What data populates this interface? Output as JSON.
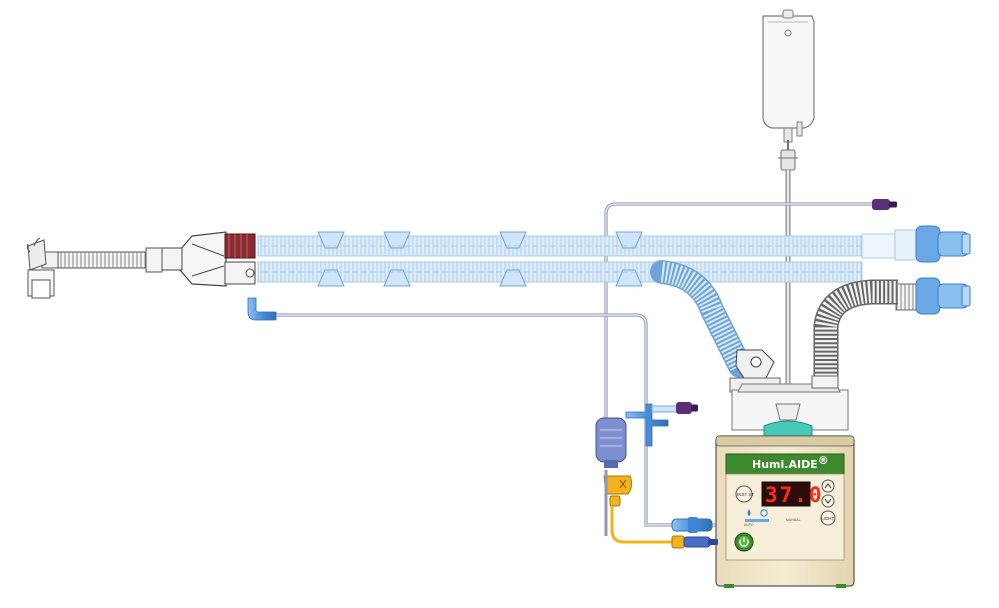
{
  "device": {
    "brand_bold": "Humi",
    "brand_dot": ".",
    "brand_rest": "AIDE",
    "brand_mark": "®",
    "display_value": "37.0",
    "buttons": {
      "left": "INST ST",
      "right": "LIGHT"
    },
    "small_labels": {
      "left": "AUTO",
      "right": "MANUAL"
    }
  },
  "colors": {
    "tube": "#cfe4f6",
    "tube_line": "#9fc4e6",
    "connector": "#5d9ee0",
    "unit_body": "#f1e6c8",
    "unit_header": "#3d8a2e",
    "display": "#2a0c08",
    "digits": "#ff2a1a",
    "purple": "#5b2e7a",
    "yellow": "#f2b31c",
    "maroon": "#8a2a33"
  }
}
